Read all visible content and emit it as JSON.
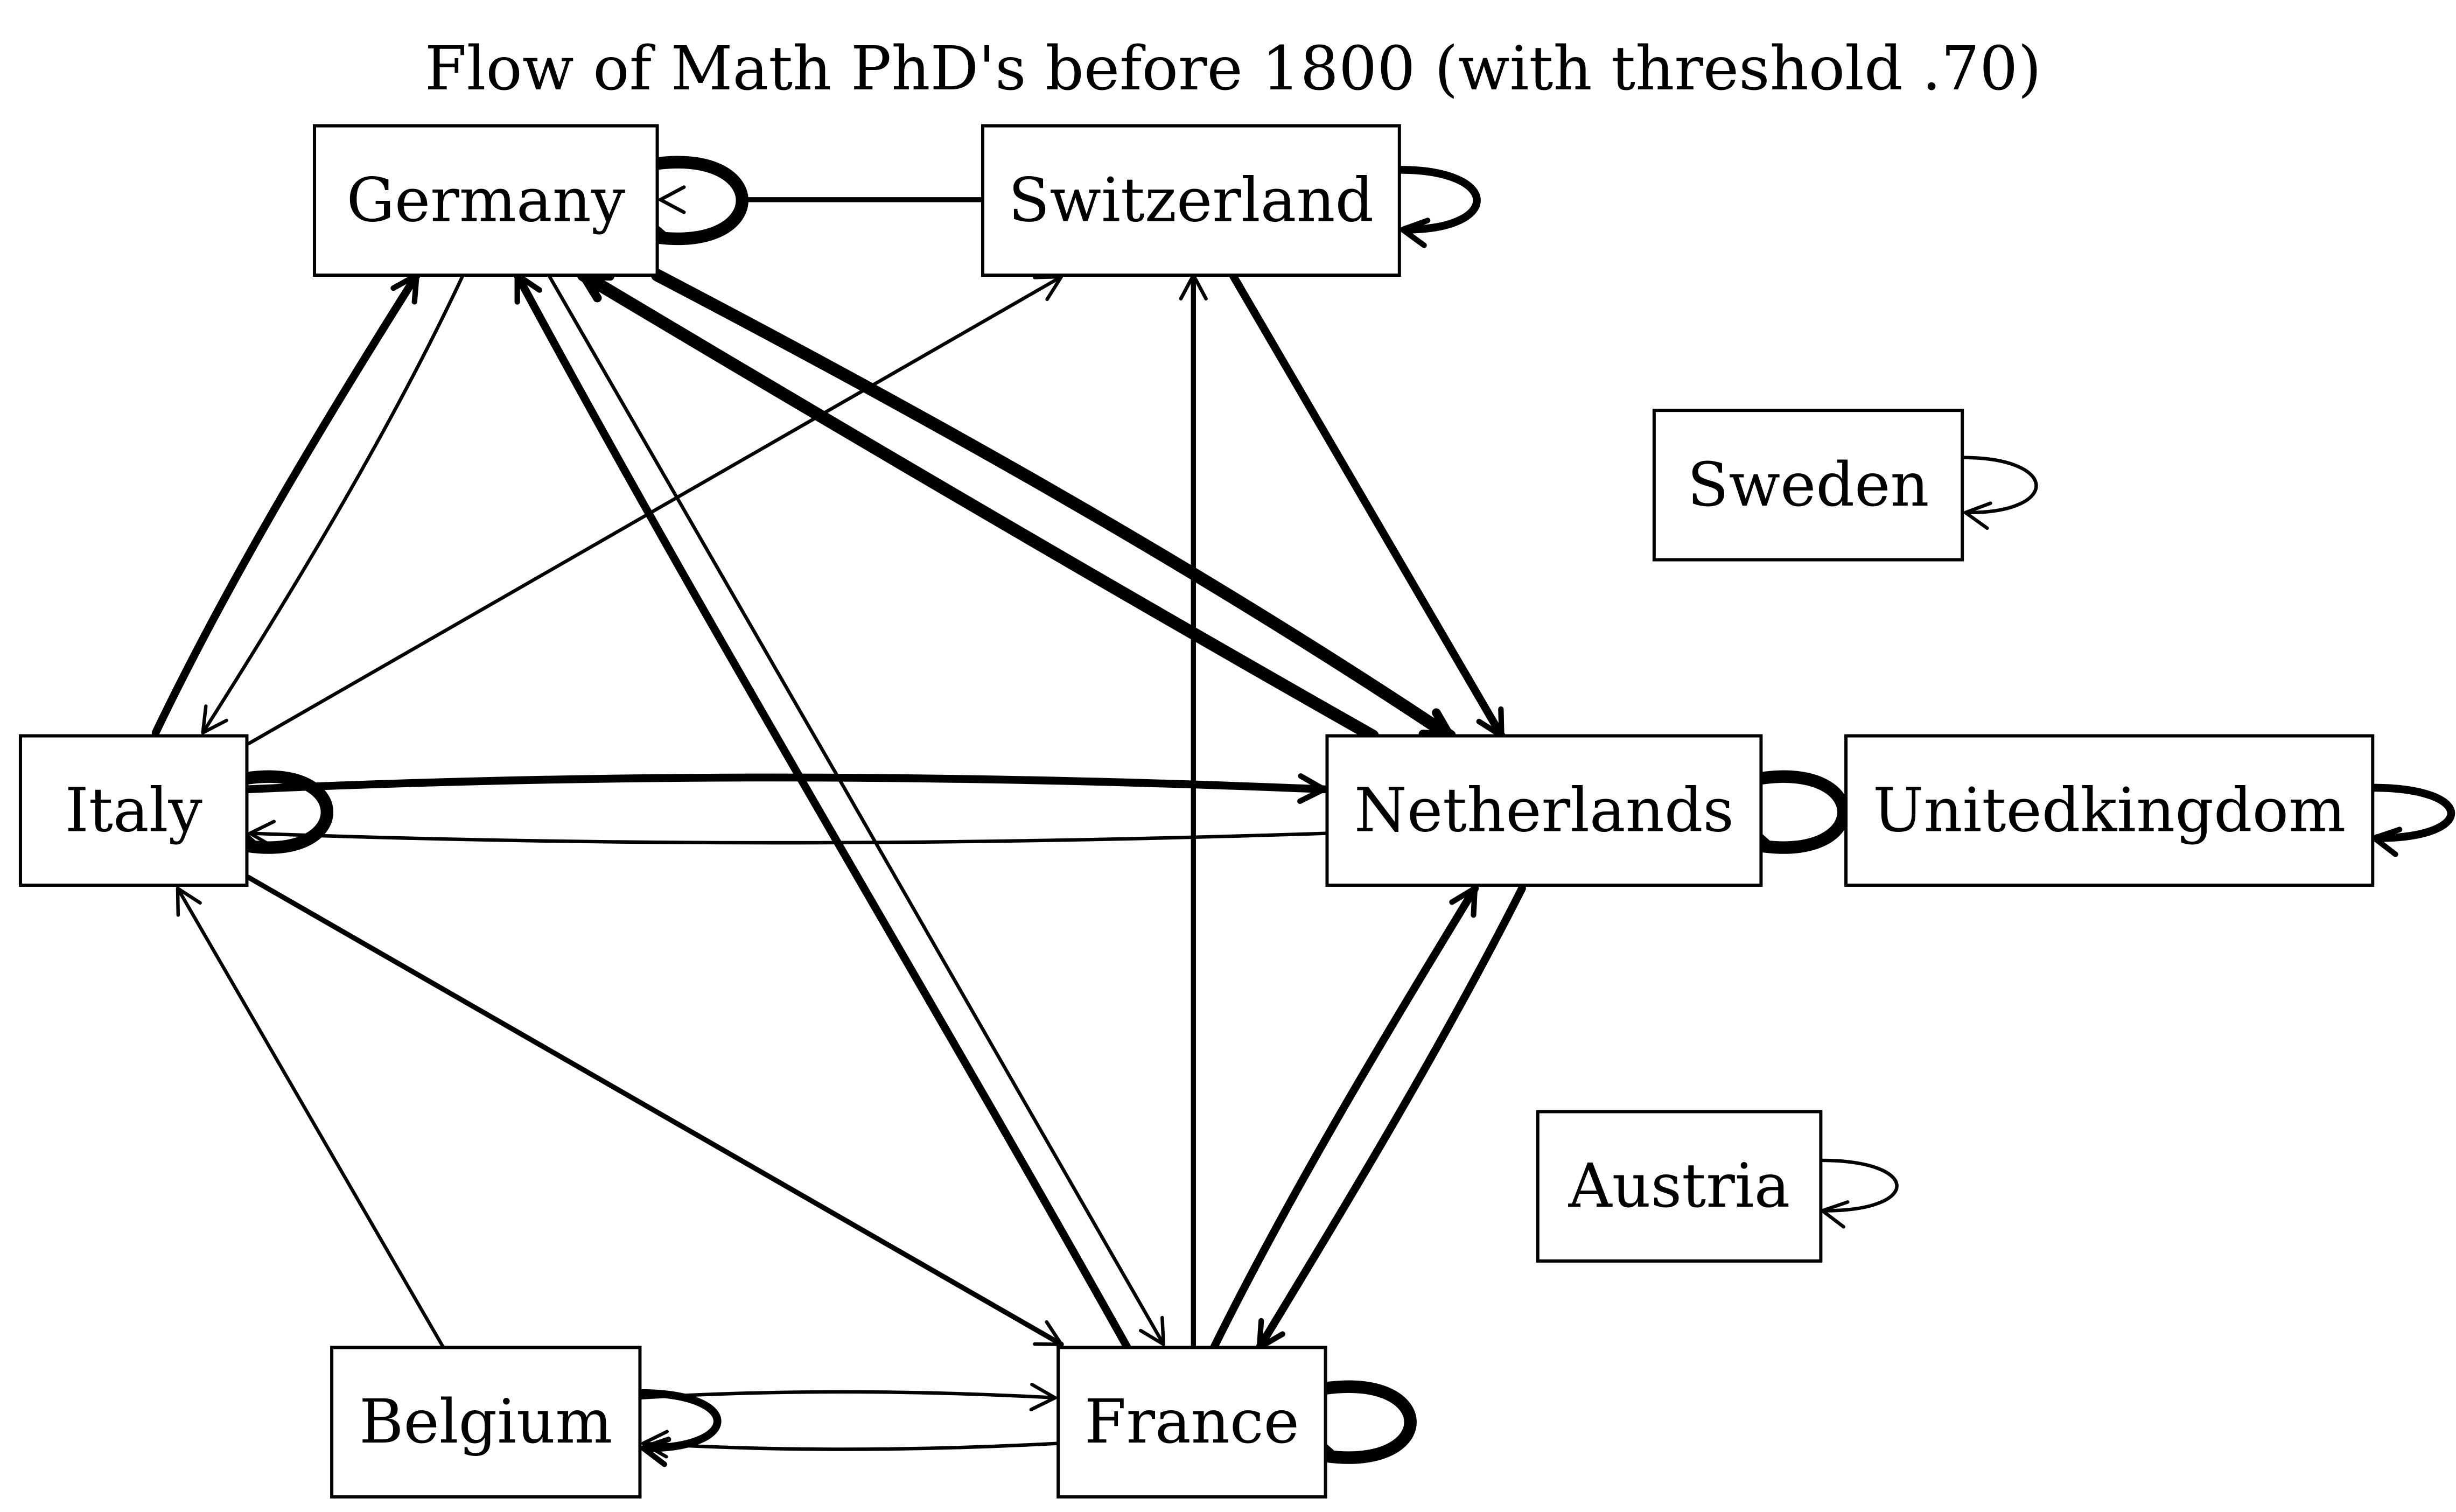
{
  "title": "Flow of Math PhD's before 1800 (with threshold .70)",
  "nodes": [
    {
      "id": "germany",
      "label": "Germany"
    },
    {
      "id": "switzerland",
      "label": "Switzerland"
    },
    {
      "id": "sweden",
      "label": "Sweden"
    },
    {
      "id": "italy",
      "label": "Italy"
    },
    {
      "id": "netherlands",
      "label": "Netherlands"
    },
    {
      "id": "unitedkingdom",
      "label": "Unitedkingdom"
    },
    {
      "id": "austria",
      "label": "Austria"
    },
    {
      "id": "belgium",
      "label": "Belgium"
    },
    {
      "id": "france",
      "label": "France"
    }
  ],
  "edges": [
    {
      "from": "germany",
      "to": "germany",
      "weight": "very-heavy"
    },
    {
      "from": "switzerland",
      "to": "germany",
      "weight": "medium"
    },
    {
      "from": "switzerland",
      "to": "switzerland",
      "weight": "heavy"
    },
    {
      "from": "sweden",
      "to": "sweden",
      "weight": "light"
    },
    {
      "from": "italy",
      "to": "germany",
      "weight": "heavy"
    },
    {
      "from": "germany",
      "to": "italy",
      "weight": "light"
    },
    {
      "from": "italy",
      "to": "switzerland",
      "weight": "light"
    },
    {
      "from": "france",
      "to": "germany",
      "weight": "heavy"
    },
    {
      "from": "germany",
      "to": "france",
      "weight": "light"
    },
    {
      "from": "netherlands",
      "to": "germany",
      "weight": "very-heavy"
    },
    {
      "from": "germany",
      "to": "netherlands",
      "weight": "very-heavy"
    },
    {
      "from": "switzerland",
      "to": "netherlands",
      "weight": "heavy"
    },
    {
      "from": "france",
      "to": "switzerland",
      "weight": "medium"
    },
    {
      "from": "italy",
      "to": "italy",
      "weight": "very-heavy"
    },
    {
      "from": "italy",
      "to": "netherlands",
      "weight": "heavy"
    },
    {
      "from": "netherlands",
      "to": "italy",
      "weight": "light"
    },
    {
      "from": "netherlands",
      "to": "netherlands",
      "weight": "very-heavy"
    },
    {
      "from": "unitedkingdom",
      "to": "unitedkingdom",
      "weight": "heavy"
    },
    {
      "from": "austria",
      "to": "austria",
      "weight": "light"
    },
    {
      "from": "belgium",
      "to": "italy",
      "weight": "light"
    },
    {
      "from": "italy",
      "to": "france",
      "weight": "medium"
    },
    {
      "from": "belgium",
      "to": "belgium",
      "weight": "heavy"
    },
    {
      "from": "belgium",
      "to": "france",
      "weight": "light"
    },
    {
      "from": "france",
      "to": "belgium",
      "weight": "light"
    },
    {
      "from": "france",
      "to": "france",
      "weight": "very-heavy"
    },
    {
      "from": "france",
      "to": "netherlands",
      "weight": "heavy"
    },
    {
      "from": "netherlands",
      "to": "france",
      "weight": "heavy"
    }
  ]
}
